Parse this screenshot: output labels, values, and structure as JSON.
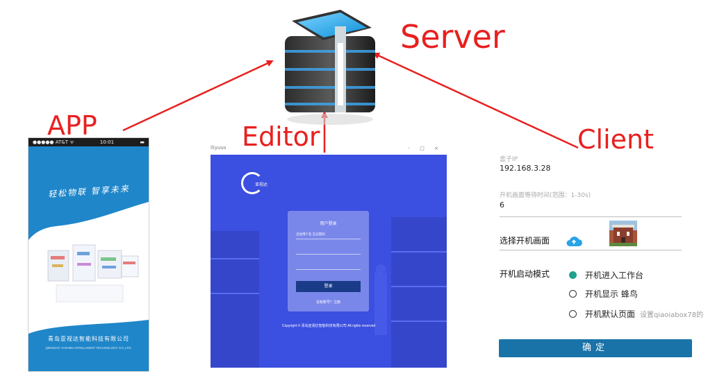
{
  "labels": {
    "server": "Server",
    "app": "APP",
    "editor": "Editor",
    "client": "Client"
  },
  "colors": {
    "label_red": "#e8201f",
    "arrow_red": "#e8201f",
    "phone_blue": "#1f86c9",
    "editor_blue": "#3b4fe0",
    "button_blue": "#1a73a8",
    "radio_selected": "#1fa38e"
  },
  "icons": {
    "server": "server-stack-icon",
    "upload": "cloud-upload-icon"
  },
  "app": {
    "status_carrier": "●●●●● AT&T ᯤ",
    "status_time": "10:01",
    "status_battery": "▬",
    "slogan": "轻松物联  智享未来",
    "brand_title": "青岛亚视达智能科技有限公司",
    "brand_sub": "QINGDAO YASHIDA INTELLIGENT TECHNOLOGY CO.,LTD."
  },
  "editor": {
    "window_title": "lliyuus",
    "window_controls": "- □ ×",
    "logo_text": "亚视达",
    "login_title": "用户登录",
    "remember": "记住用户名  忘记密码",
    "login_button": "登录",
    "register": "没有账号？注册",
    "copyright": "Copyright © 青岛亚视达智能科技有限公司 All rights reserved"
  },
  "client": {
    "box_ip_label": "盒子IP",
    "box_ip_value": "192.168.3.28",
    "wait_label": "开机画面等待时间(范围：1-30s)",
    "wait_value": "6",
    "choose_screen": "选择开机画面",
    "boot_mode_label": "开机启动模式",
    "options": [
      {
        "label": "开机进入工作台",
        "selected": true
      },
      {
        "label": "开机显示  蜂鸟",
        "selected": false
      },
      {
        "label": "开机默认页面",
        "selected": false
      }
    ],
    "default_page_hint": "设置qiaoiabox78的",
    "confirm": "确定"
  }
}
